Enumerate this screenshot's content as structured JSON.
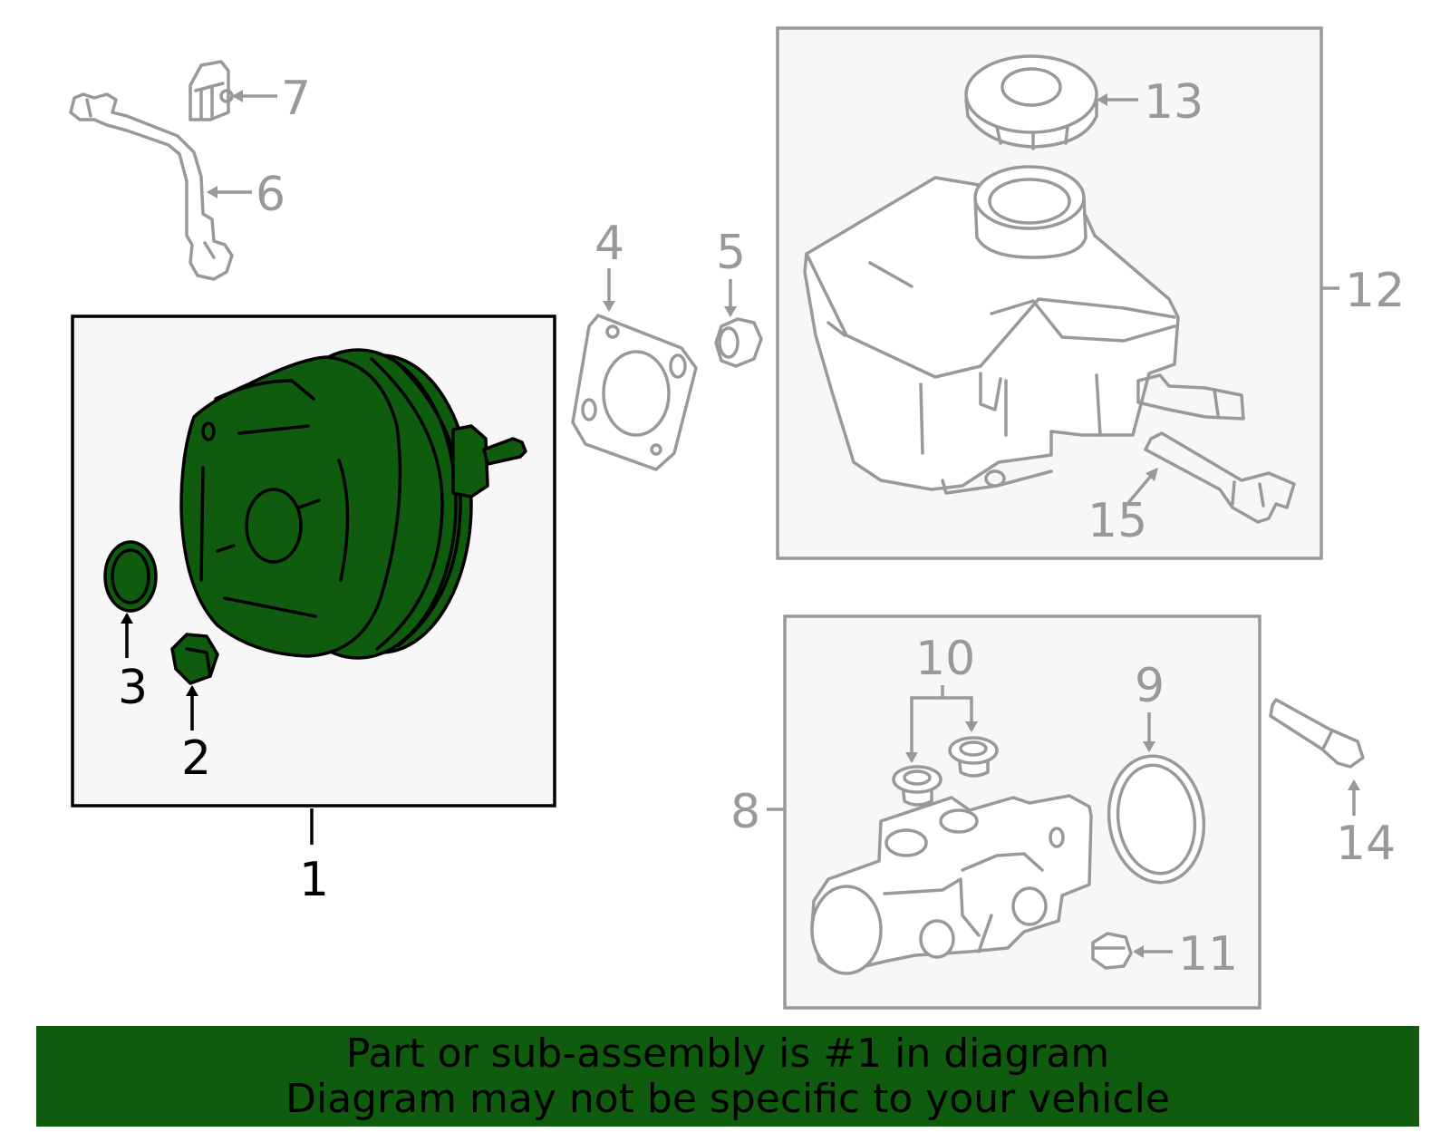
{
  "callouts": {
    "c1": "1",
    "c2": "2",
    "c3": "3",
    "c4": "4",
    "c5": "5",
    "c6": "6",
    "c7": "7",
    "c8": "8",
    "c9": "9",
    "c10": "10",
    "c11": "11",
    "c12": "12",
    "c13": "13",
    "c14": "14",
    "c15": "15"
  },
  "highlighted_part": "1",
  "colors": {
    "highlight": "#0f5c0f",
    "part_outline": "#999999",
    "panel_bg": "#f7f7f7",
    "banner": "#0f5c0f"
  },
  "banner": {
    "line1": "Part or sub-assembly is #1 in diagram",
    "line2": "Diagram may not be specific to your vehicle"
  }
}
